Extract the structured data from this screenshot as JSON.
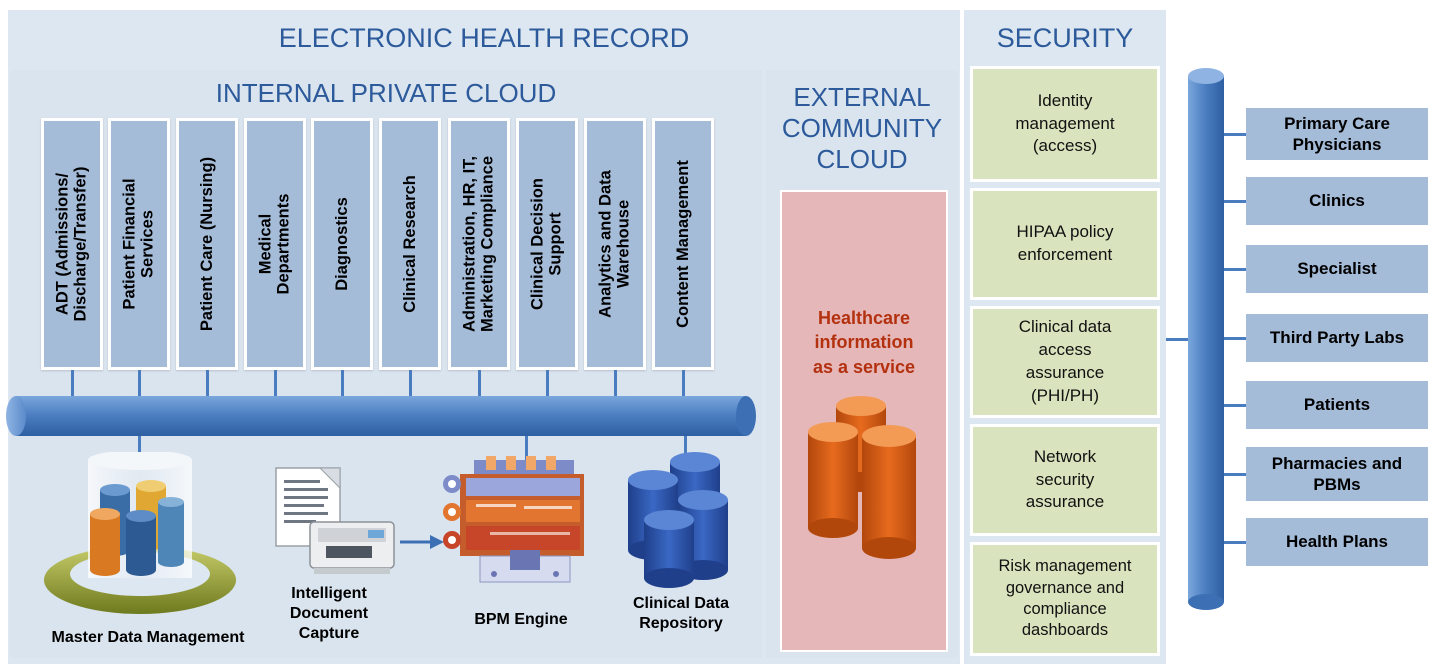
{
  "ehr": {
    "title": "ELECTRONIC HEALTH RECORD"
  },
  "internal": {
    "title": "INTERNAL PRIVATE CLOUD",
    "columns": [
      "ADT (Admissions/\nDischarge/Transfer)",
      "Patient Financial\nServices",
      "Patient Care (Nursing)",
      "Medical\nDepartments",
      "Diagnostics",
      "Clinical Research",
      "Administration, HR, IT,\nMarketing Compliance",
      "Clinical Decision\nSupport",
      "Analytics and Data\nWarehouse",
      "Content Management"
    ],
    "components": {
      "mdm": "Master Data Management",
      "idc": "Intelligent\nDocument\nCapture",
      "bpm": "BPM Engine",
      "cdr": "Clinical Data\nRepository"
    }
  },
  "external": {
    "title": "EXTERNAL\nCOMMUNITY\nCLOUD",
    "service": "Healthcare\ninformation\nas a service"
  },
  "security": {
    "title": "SECURITY",
    "items": [
      "Identity\nmanagement\n(access)",
      "HIPAA policy\nenforcement",
      "Clinical data\naccess\nassurance\n(PHI/PH)",
      "Network\nsecurity\nassurance",
      "Risk management\ngovernance and\ncompliance\ndashboards"
    ]
  },
  "stakeholders": [
    "Primary Care\nPhysicians",
    "Clinics",
    "Specialist",
    "Third Party Labs",
    "Patients",
    "Pharmacies and\nPBMs",
    "Health Plans"
  ],
  "colors": {
    "title": "#2c5a9a",
    "column": "#a5bcd9",
    "bus": "#4a7cc0",
    "security_item": "#d9e4be",
    "external_box": "#e6b7b8",
    "cylinder_orange": "#e0661c",
    "cylinder_blue": "#2e55a8"
  }
}
